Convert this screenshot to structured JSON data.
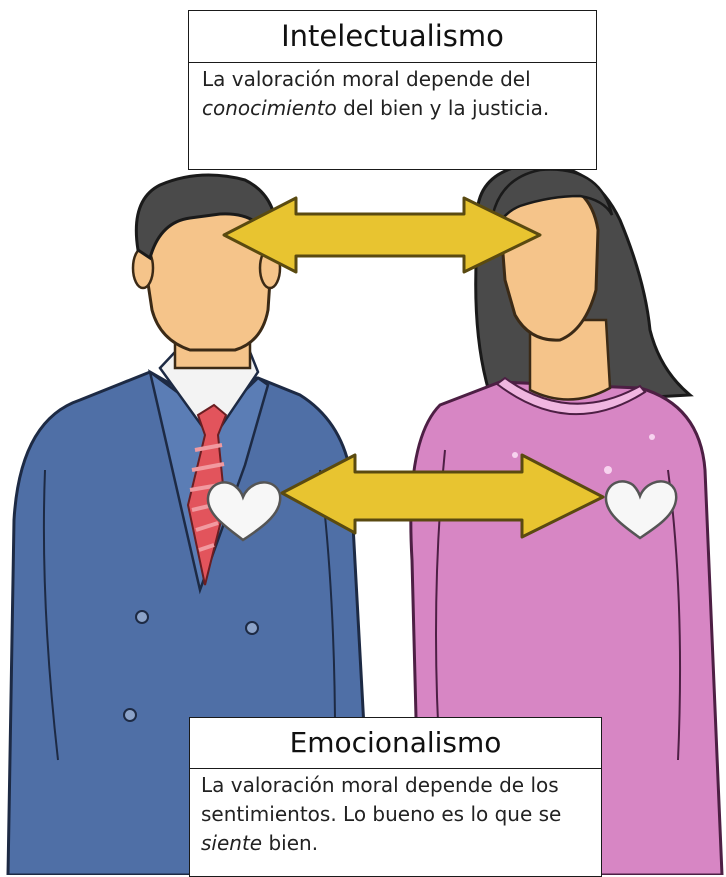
{
  "intelectualismo": {
    "title": "Intelectualismo",
    "text_before": "La valoración moral depende del ",
    "text_emphasis": "conocimiento",
    "text_after": " del bien y la justicia."
  },
  "emocionalismo": {
    "title": "Emocionalismo",
    "text_before": "La valoración moral depende de los sentimientos. Lo bueno es lo que se ",
    "text_emphasis": "siente",
    "text_after": " bien."
  },
  "colors": {
    "arrow_fill": "#e8c430",
    "arrow_stroke": "#5a4a10",
    "suit": "#4f6fa6",
    "dress": "#d786c4",
    "skin": "#f5c48a",
    "hair": "#4a4a4a",
    "tie": "#e2545c",
    "heart": "#f7f7f7"
  },
  "icons": [
    "man-figure",
    "woman-figure",
    "double-arrow",
    "heart-icon"
  ]
}
